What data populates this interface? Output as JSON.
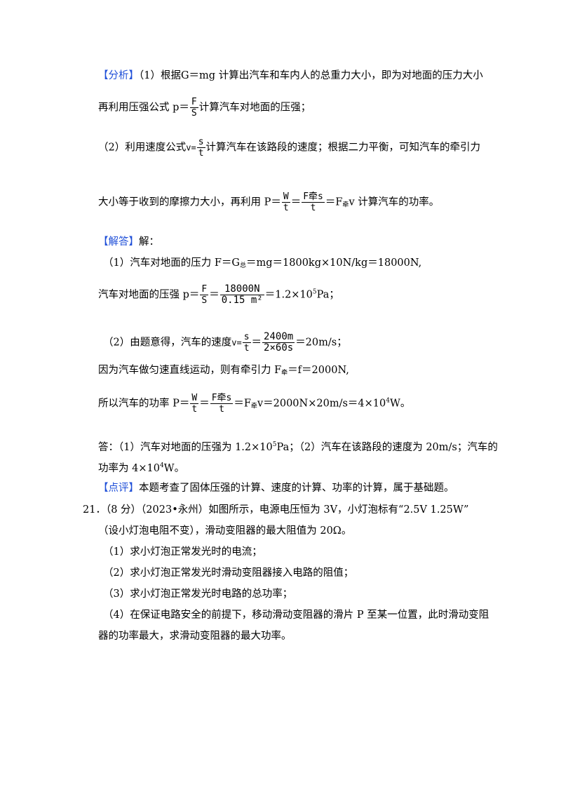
{
  "analysis": {
    "tag": "【分析】",
    "l1": "（1）根据G＝mg 计算出汽车和车内人的总重力大小，即为对地面的压力大小",
    "l2a": "再利用压强公式 p＝",
    "l2b": "计算汽车对地面的压强；",
    "l3a": "（2）利用速度公式",
    "l3b": "计算汽车在该路段的速度；根据二力平衡，可知汽车的牵引力",
    "l4a": "大小等于收到的摩擦力大小，再利用 P＝",
    "l4b": "＝F",
    "l4sub": "牵",
    "l4c": "v 计算汽车的功率。"
  },
  "solution": {
    "tag": "【解答】",
    "tag_after": "解：",
    "s1a": "（1）汽车对地面的压力 F＝G",
    "s1sub": "总",
    "s1b": "＝mg＝1800kg×10N/kg＝18000N,",
    "s2a": "汽车对地面的压强 p＝",
    "s2b": "＝1.2×10",
    "s2sup": "5",
    "s2c": "Pa；",
    "s3a": "（2）由题意得，汽车的速度",
    "s3b": "＝20m/s；",
    "s4a": "因为汽车做匀速直线运动，则有牵引力 F",
    "s4sub": "牵",
    "s4b": "＝f＝2000N,",
    "s5a": "所以汽车的功率 P＝",
    "s5b": "＝F",
    "s5sub": "牵",
    "s5c": "v＝2000N×20m/s＝4×10",
    "s5sup": "4",
    "s5d": "W。"
  },
  "answer": {
    "a1a": "答：（1）汽车对地面的压强为 1.2×10",
    "a1sup": "5",
    "a1b": "Pa；（2）汽车在该路段的速度为 20m/s；汽车的",
    "a2a": "功率为 4×10",
    "a2sup": "4",
    "a2b": "W。"
  },
  "comment": {
    "tag": "【点评】",
    "text": "本题考查了固体压强的计算、速度的计算、功率的计算，属于基础题。"
  },
  "question21": {
    "number": "21．",
    "l1": "（8 分）（2023•永州）如图所示，电源电压恒为 3V，小灯泡标有“2.5V  1.25W”",
    "l2": "（设小灯泡电阻不变），滑动变阻器的最大阻值为 20Ω。",
    "q1": "（1）求小灯泡正常发光时的电流；",
    "q2": "（2）求小灯泡正常发光时滑动变阻器接入电路的阻值；",
    "q3": "（3）求小灯泡正常发光时电路的总功率；",
    "q4a": "（4）在保证电路安全的前提下，移动滑动变阻器的滑片 P 至某一位置，此时滑动变阻",
    "q4b": "器的功率最大，求滑动变阻器的最大功率。"
  },
  "formulas": {
    "F": "F",
    "S": "S",
    "s": "s",
    "t": "t",
    "v": "v",
    "W": "W",
    "Fq": "F牵s",
    "n18000": "18000N",
    "d015": "0.15 m²",
    "n2400": "2400m",
    "d260": "2×60s"
  }
}
